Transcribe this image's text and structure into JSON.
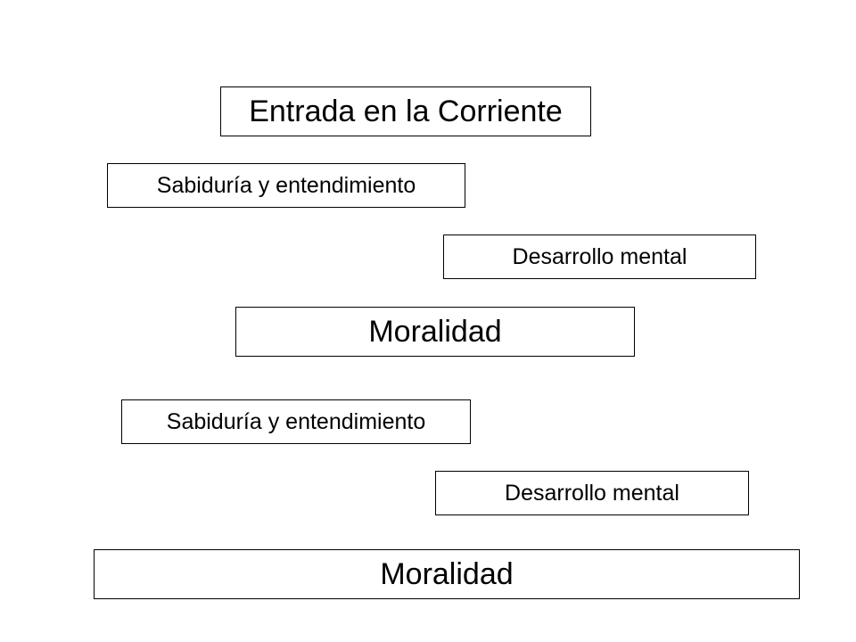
{
  "diagram": {
    "boxes": [
      {
        "label": "Entrada en la Corriente"
      },
      {
        "label": "Sabiduría y entendimiento"
      },
      {
        "label": "Desarrollo mental"
      },
      {
        "label": "Moralidad"
      },
      {
        "label": "Sabiduría y entendimiento"
      },
      {
        "label": "Desarrollo mental"
      },
      {
        "label": "Moralidad"
      }
    ]
  }
}
